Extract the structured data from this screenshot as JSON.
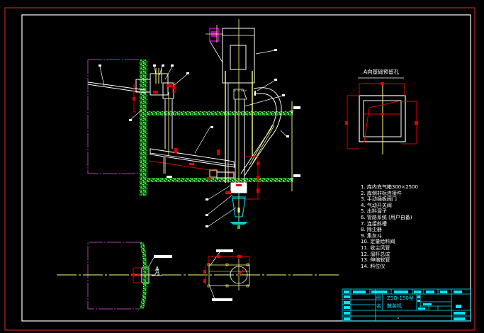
{
  "drawing": {
    "background": "#000000",
    "colors": {
      "outer_border": "#b22222",
      "inner_border": "#ffffff",
      "centerline": "#ffff80",
      "dimension": "#e00000",
      "concrete": "#22cc22",
      "title_block": "#00e5ff",
      "silo_outline": "#b040b0",
      "magenta_part": "#ff00ff"
    },
    "detail_view": {
      "title": "A向基础预留孔"
    },
    "section_marker": "A",
    "parts_list": [
      "1.  库内充气箱300×2500",
      "2.  库侧非标连接件",
      "3.  手动插板阀门",
      "4.  气动开关阀",
      "5.  出料溜子",
      "6.  管路系统    (用户自备)",
      "7.  连接斜槽",
      "8.  除尘器",
      "9.  集灰斗",
      "10.  定量给料阀",
      "11.  收尘风管",
      "12.  溜杆总成",
      "13.  伸缩软管",
      "14.  料位仪"
    ],
    "title_block": {
      "name_label_1": "图",
      "name_label_2": "名",
      "model": "ZSQ-150型",
      "product": "散装机"
    }
  }
}
